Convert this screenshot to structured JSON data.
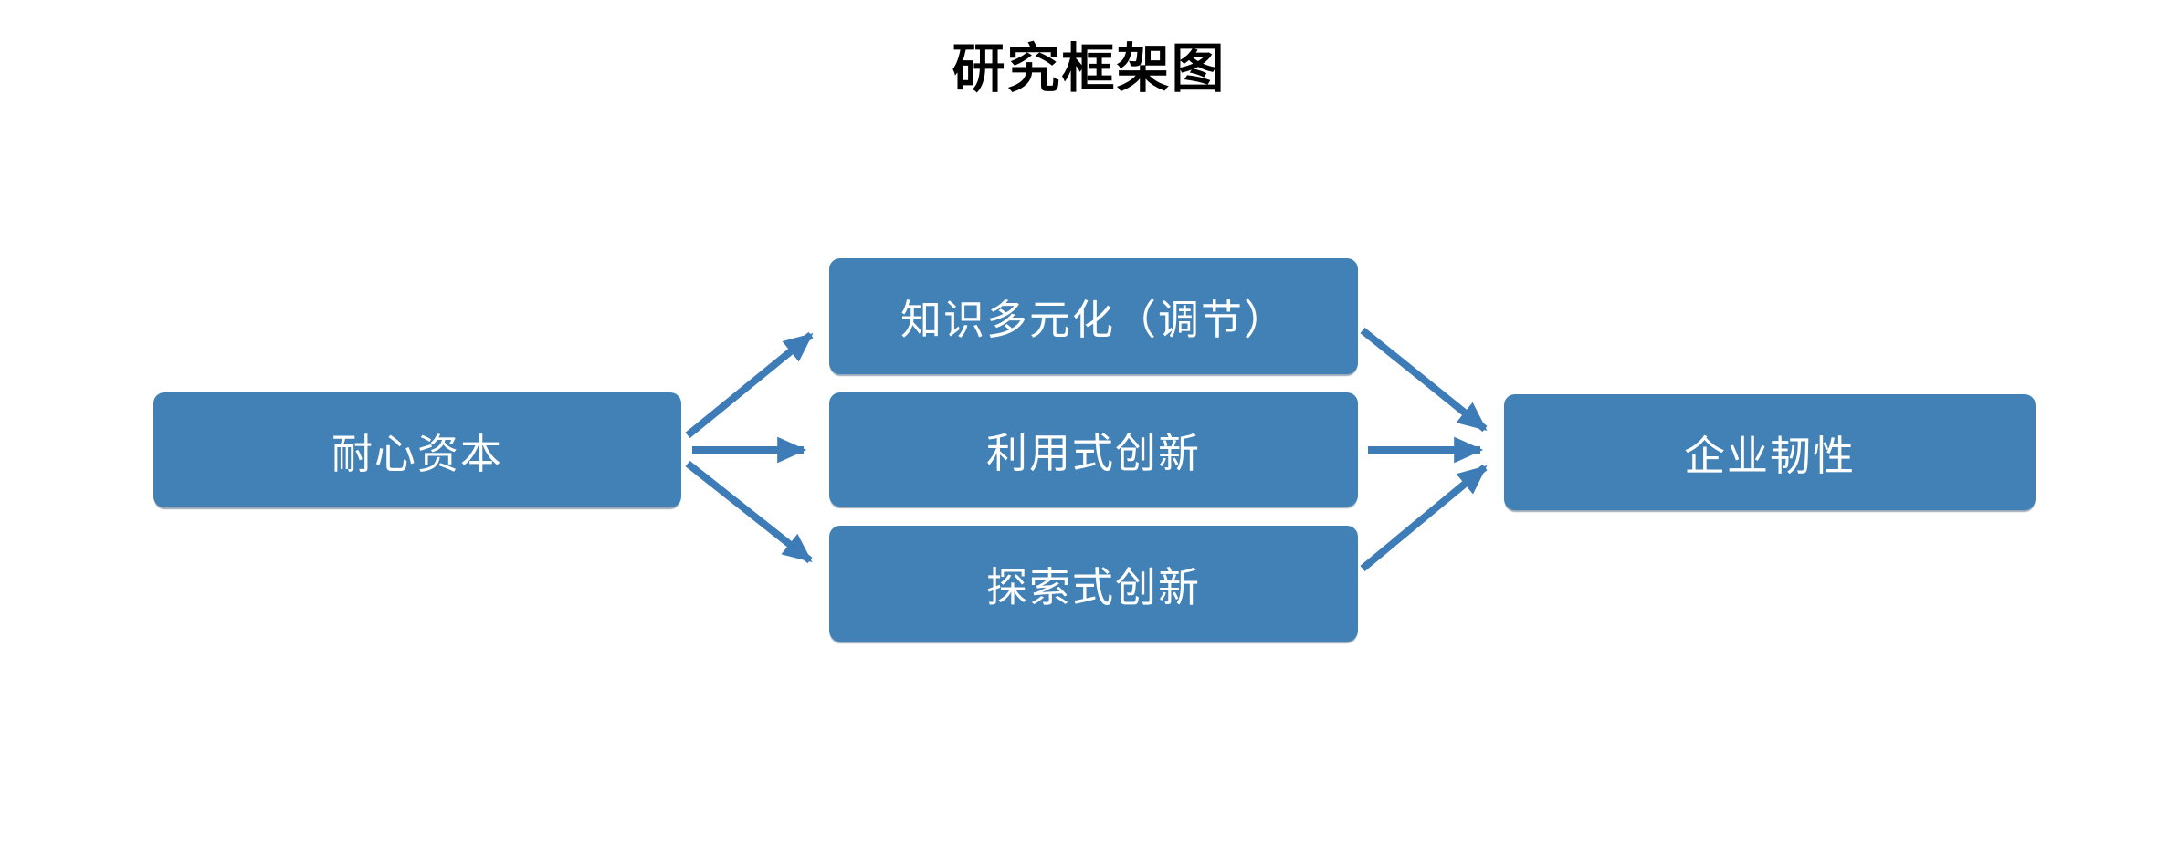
{
  "title": "研究框架图",
  "colors": {
    "box_fill": "#4281B5",
    "arrow": "#3E7CB8",
    "box_text": "#FFFFFF",
    "title_text": "#000000",
    "background": "#FFFFFF"
  },
  "nodes": [
    {
      "id": "patient-capital",
      "label": "耐心资本",
      "role": "independent-variable"
    },
    {
      "id": "knowledge-diversification",
      "label": "知识多元化（调节）",
      "role": "moderator"
    },
    {
      "id": "exploitative-innovation",
      "label": "利用式创新",
      "role": "mediator"
    },
    {
      "id": "exploratory-innovation",
      "label": "探索式创新",
      "role": "mediator"
    },
    {
      "id": "enterprise-resilience",
      "label": "企业韧性",
      "role": "dependent-variable"
    }
  ],
  "edges": [
    {
      "from": "patient-capital",
      "to": "knowledge-diversification"
    },
    {
      "from": "patient-capital",
      "to": "exploitative-innovation"
    },
    {
      "from": "patient-capital",
      "to": "exploratory-innovation"
    },
    {
      "from": "knowledge-diversification",
      "to": "enterprise-resilience"
    },
    {
      "from": "exploitative-innovation",
      "to": "enterprise-resilience"
    },
    {
      "from": "exploratory-innovation",
      "to": "enterprise-resilience"
    }
  ]
}
